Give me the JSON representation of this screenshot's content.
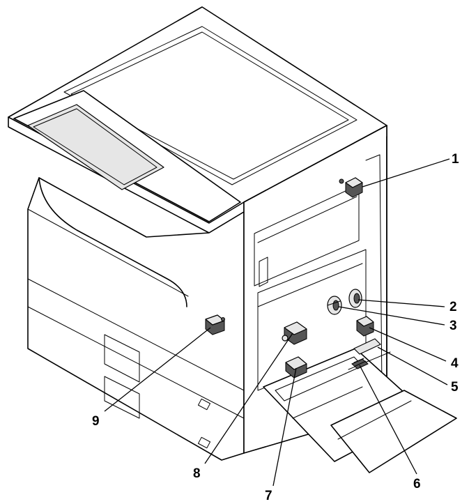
{
  "callouts": [
    {
      "id": "1",
      "label": "1"
    },
    {
      "id": "2",
      "label": "2"
    },
    {
      "id": "3",
      "label": "3"
    },
    {
      "id": "4",
      "label": "4"
    },
    {
      "id": "5",
      "label": "5"
    },
    {
      "id": "6",
      "label": "6"
    },
    {
      "id": "7",
      "label": "7"
    },
    {
      "id": "8",
      "label": "8"
    },
    {
      "id": "9",
      "label": "9"
    }
  ],
  "colors": {
    "line": "#000000",
    "background": "#ffffff",
    "part_shade": "#555555"
  }
}
